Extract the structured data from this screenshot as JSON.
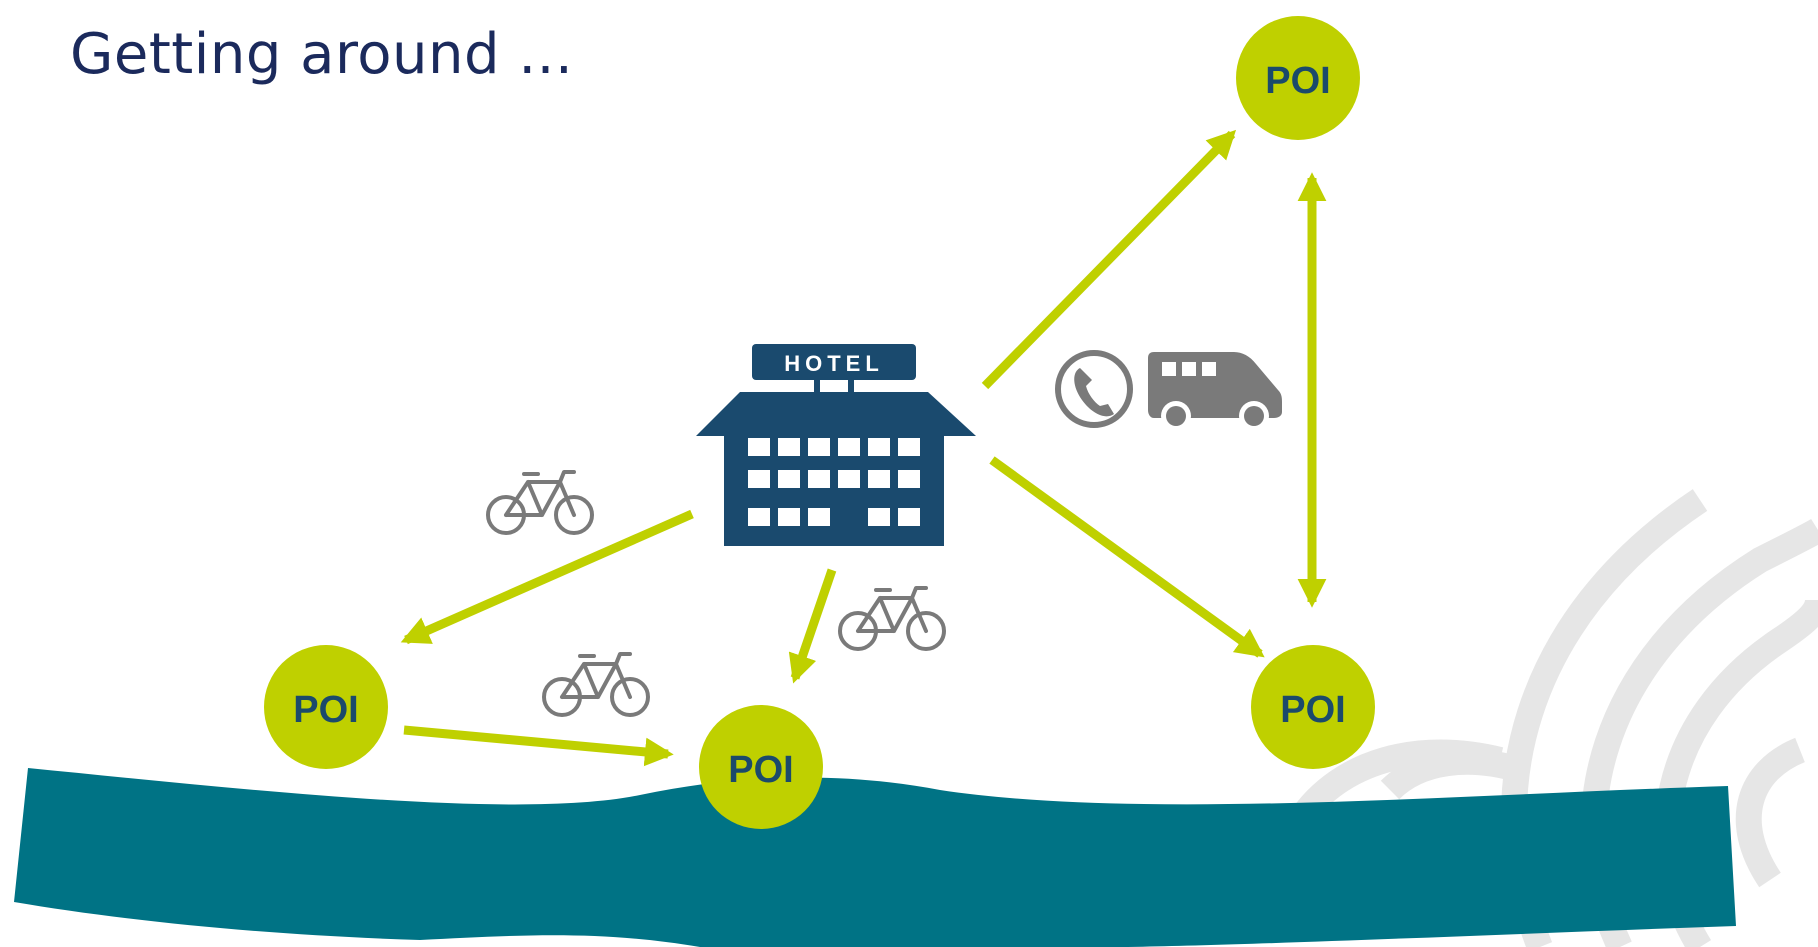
{
  "slide": {
    "title": "Getting around ..."
  },
  "hotel": {
    "sign_text": "HOTEL"
  },
  "pois": [
    {
      "id": "poi-top-right",
      "label": "POI"
    },
    {
      "id": "poi-right",
      "label": "POI"
    },
    {
      "id": "poi-left",
      "label": "POI"
    },
    {
      "id": "poi-center",
      "label": "POI"
    }
  ],
  "icons": {
    "bicycle": "bicycle-icon",
    "phone": "phone-icon",
    "van": "van-icon",
    "hotel": "hotel-building-icon"
  },
  "colors": {
    "title": "#1b2a5c",
    "accent_green": "#bfd000",
    "poi_text": "#1b4a6b",
    "hotel_blue": "#1a4a6e",
    "river": "#007385",
    "icon_gray": "#7a7a7a",
    "watermark": "#e6e6e6"
  }
}
